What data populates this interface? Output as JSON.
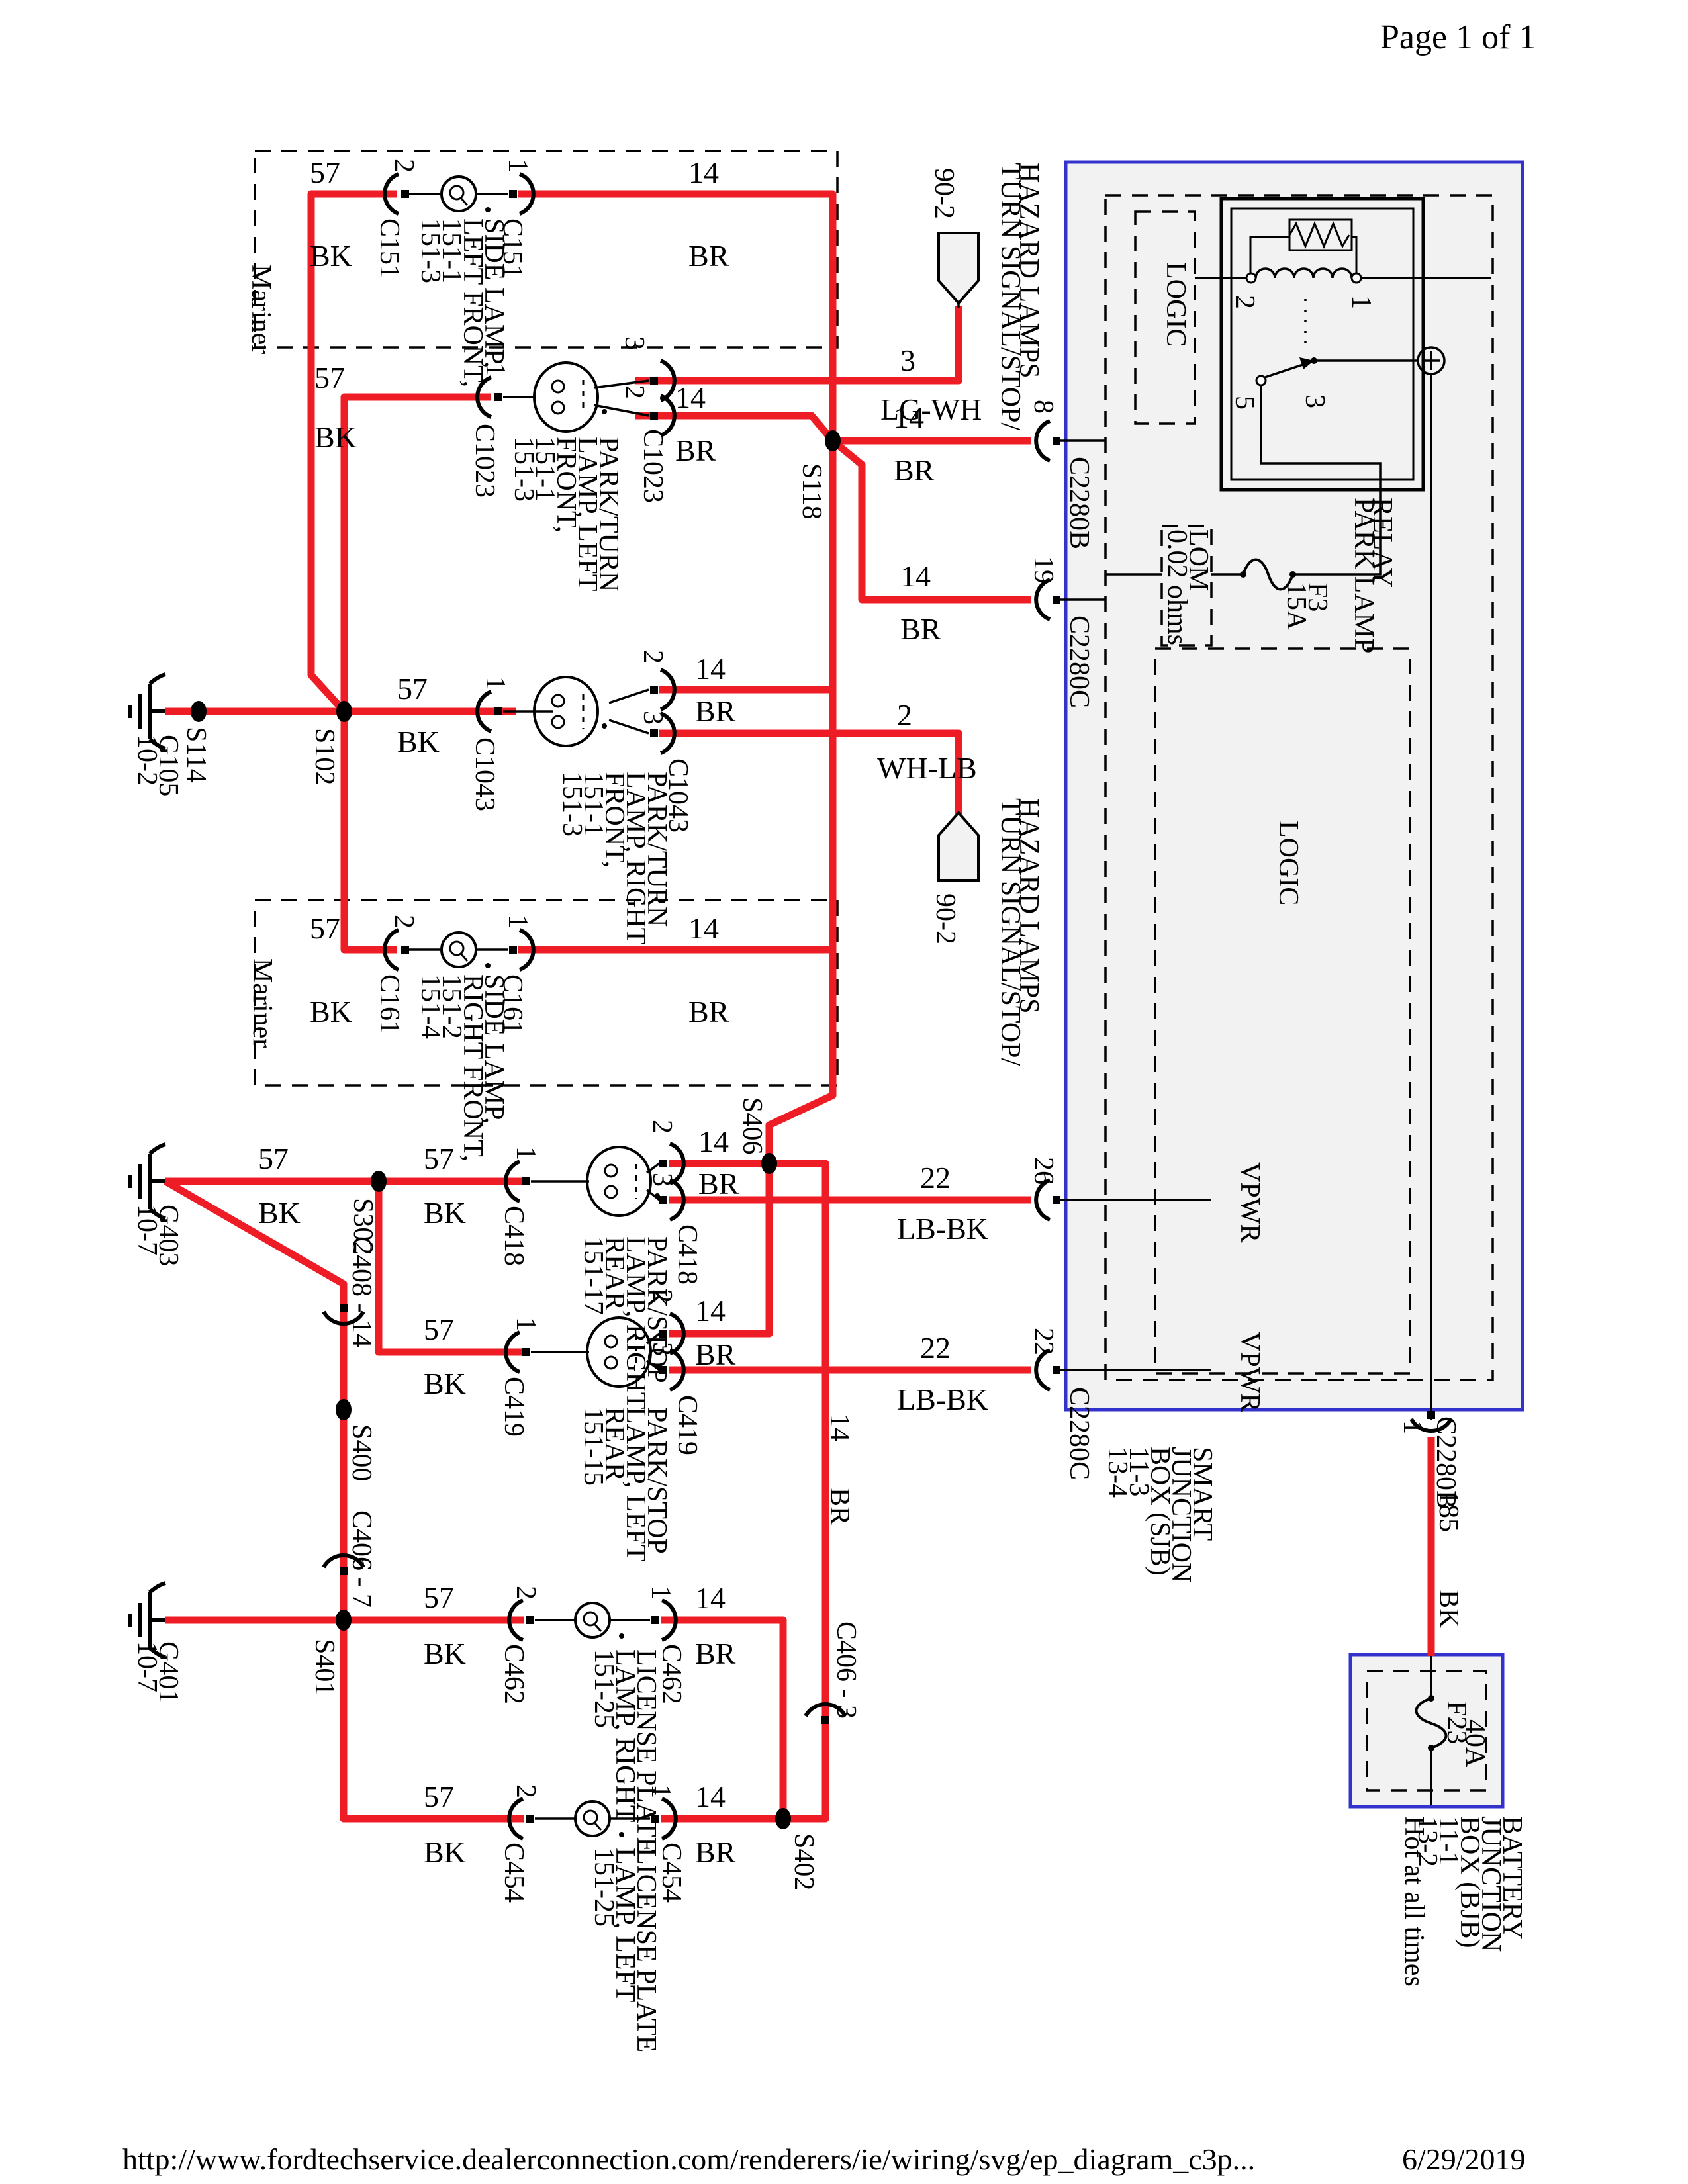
{
  "page": {
    "header": "Page 1 of 1",
    "url": "http://www.fordtechservice.dealerconnection.com/renderers/ie/wiring/svg/ep_diagram_c3p...",
    "date": "6/29/2019"
  },
  "colors": {
    "wire_highlight": "#ee1c25",
    "module_outline": "#3333cc",
    "module_fill": "#f2f2f2"
  },
  "m1": {
    "box": "Mariner",
    "pin_l": "2",
    "conn_l": "C151",
    "pin_r": "1",
    "conn_r": "C151",
    "name": "SIDE LAMP,\nLEFT FRONT,\n151-1\n151-3",
    "ckt_l": "57",
    "col_l": "BK",
    "ckt_r": "14",
    "col_r": "BR"
  },
  "ptlf": {
    "pin1": "1",
    "conn1": "C1023",
    "pin3": "3",
    "pin2": "2",
    "conn2": "C1023",
    "name": "PARK/TURN\nLAMP, LEFT\nFRONT,\n151-1\n151-3",
    "ckt1": "57",
    "col1": "BK",
    "ckt2": "14",
    "col2": "BR"
  },
  "ts1": {
    "ckt": "3",
    "col": "LG-WH",
    "ref": "90-2",
    "name1": "TURN SIGNAL/STOP/",
    "name2": "HAZARD LAMPS"
  },
  "s118": "S118",
  "pin8": {
    "ckt": "14",
    "col": "BR",
    "pin": "8",
    "conn": "C2280B"
  },
  "pin19": {
    "ckt": "14",
    "col": "BR",
    "pin": "19",
    "conn": "C2280C"
  },
  "gnd1": {
    "s114": "S114",
    "g": "G105\n10-2",
    "s102": "S102",
    "ckt": "57",
    "col": "BK"
  },
  "ptrf": {
    "pin1": "1",
    "conn1": "C1043",
    "pin2": "2",
    "pin3": "3",
    "conn2": "C1043",
    "name": "PARK/TURN\nLAMP, RIGHT\nFRONT,\n151-1\n151-3",
    "ckt2": "14",
    "col2": "BR",
    "ckt3": "2",
    "col3": "WH-LB"
  },
  "ts2": {
    "ref": "90-2",
    "name1": "TURN SIGNAL/STOP/",
    "name2": "HAZARD LAMPS"
  },
  "m2": {
    "box": "Mariner",
    "pin_l": "2",
    "conn_l": "C161",
    "pin_r": "1",
    "conn_r": "C161",
    "name": "SIDE LAMP,\nRIGHT FRONT,\n151-2\n151-4",
    "ckt_l": "57",
    "col_l": "BK",
    "ckt_r": "14",
    "col_r": "BR"
  },
  "s406": "S406",
  "gnd2": {
    "g": "G403\n10-7",
    "s302": "S302",
    "ckt_l": "57",
    "col_l": "BK",
    "ckt_r": "57",
    "col_r": "BK",
    "ckt_d": "57",
    "col_d": "BK"
  },
  "psrr": {
    "pin1": "1",
    "conn1": "C418",
    "pin2": "2",
    "pin3": "3",
    "conn2": "C418",
    "name": "PARK/STOP\nLAMP, RIGHT\nREAR\n151-17",
    "ckt2": "14",
    "col2": "BR",
    "ckt3": "22",
    "col3": "LB-BK"
  },
  "pslr": {
    "pin1": "1",
    "conn1": "C419",
    "pin2": "2",
    "pin3": "3",
    "conn2": "C419",
    "name": "PARK/STOP\nLAMP, LEFT\nREAR\n151-15",
    "ckt2": "14",
    "col2": "BR",
    "ckt3": "22",
    "col3": "LB-BK"
  },
  "pin26": {
    "pin": "26",
    "vpwr": "VPWR"
  },
  "pin22": {
    "pin": "22",
    "conn": "C2280C",
    "vpwr": "VPWR"
  },
  "chain": {
    "c408": "C408 - 14",
    "s400": "S400",
    "c406a": "C406 - 7",
    "s401": "S401",
    "g401": "G401\n10-7",
    "ckt_r": "57",
    "col_r": "BK",
    "ckt_d": "57",
    "col_d": "BK"
  },
  "licrr": {
    "pin2": "2",
    "conn1": "C462",
    "pin1": "1",
    "conn2": "C462",
    "name": "LICENSE PLATE\nLAMP, RIGHT\n151-25",
    "ckt": "14",
    "col": "BR"
  },
  "liclr": {
    "pin2": "2",
    "conn1": "C454",
    "pin1": "1",
    "conn2": "C454",
    "name": "LICENSE PLATE\nLAMP, LEFT\n151-25",
    "ckt": "14",
    "col": "BR"
  },
  "s402": "S402",
  "c406b": {
    "label": "C406 - 3",
    "ckt": "14",
    "col": "BR"
  },
  "sjb": {
    "logic1": "LOGIC",
    "logic2": "LOGIC",
    "relay1": "PARK LAMP",
    "relay2": "RELAY",
    "p2": "2",
    "p1": "1",
    "p5": "5",
    "p3": "3",
    "lom": "LOM\n0.02 ohms",
    "fuse": "F3\n15A",
    "label": "SMART\nJUNCTION\nBOX (SJB)\n11-3\n13-4"
  },
  "bjb": {
    "pin1": "1",
    "conn": "C2280B",
    "ckt": "185",
    "col": "BK",
    "fuse1": "F23",
    "fuse2": "40A",
    "label": "BATTERY JUNCTION\nBOX (BJB)\n11-1\n13-2",
    "hot": "Hot at all times"
  }
}
